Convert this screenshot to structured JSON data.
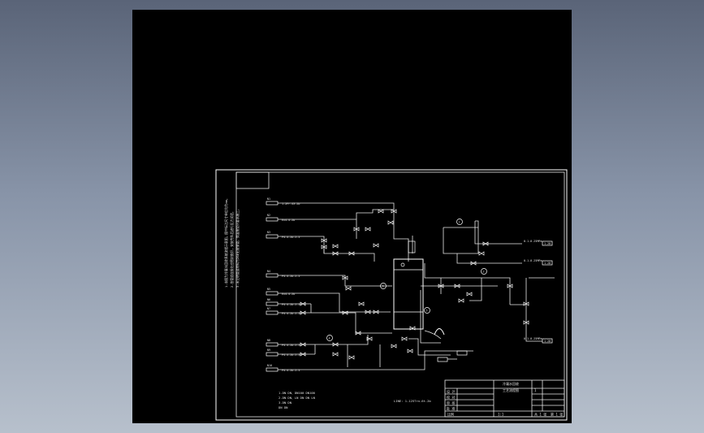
{
  "canvas": {
    "background": "#000000",
    "line_color": "#e8e8e8"
  },
  "sources": [
    {
      "tag": "N1",
      "label": "1-2Fr-43.2b"
    },
    {
      "tag": "N2",
      "label": "Ex4-4.2b"
    },
    {
      "tag": "N3",
      "label": "P4-4.2b-2.5"
    },
    {
      "tag": "N4",
      "label": "P4-4.2b-2.5"
    },
    {
      "tag": "N5",
      "label": "Ex4-4.2b"
    },
    {
      "tag": "N6",
      "label": "P4-4.2b-2.5"
    },
    {
      "tag": "N7",
      "label": "P4-4.2b-2.5"
    },
    {
      "tag": "N8",
      "label": "P4-4.2b-2.5"
    },
    {
      "tag": "N9",
      "label": "P4-4.2b-2.5"
    },
    {
      "tag": "N10",
      "label": "P4-4.2b-2.5"
    }
  ],
  "outlets": [
    {
      "tag": "1.28",
      "label": "0.1-0.25MPa"
    },
    {
      "tag": "1.28",
      "label": "0.1-0.25MPa"
    },
    {
      "tag": "1.28",
      "label": "0.1-0.25MPa"
    }
  ],
  "equipment_numbers": [
    "1",
    "2",
    "3",
    "4",
    "5"
  ],
  "side_notes": [
    "1.本图为冷凝水回收系统流程示意图，图中标注尺寸单位均为mm。",
    "2.各管道连接处应密封良好，安装完毕后进行压力试验。",
    "3.未注明管道材料为20#无缝钢管，保温按设计要求施工。"
  ],
  "bottom_notes": [
    {
      "text": "1.DN DN、DN100 DN100"
    },
    {
      "text": "2.DN DN、LN DN DN LN"
    },
    {
      "text": "3.DN DN"
    },
    {
      "text": "DN DN"
    }
  ],
  "center_note": "LINE: 1-125Trn-6t-2b",
  "title_block": {
    "project": "冷凝水回收",
    "drawing": "工艺流程图",
    "rows": [
      "设 计",
      "校 对",
      "审 核",
      "批 准"
    ],
    "sheet": "1",
    "footer": [
      "比例",
      "1:1",
      "共 1 张",
      "第 1 张"
    ]
  }
}
